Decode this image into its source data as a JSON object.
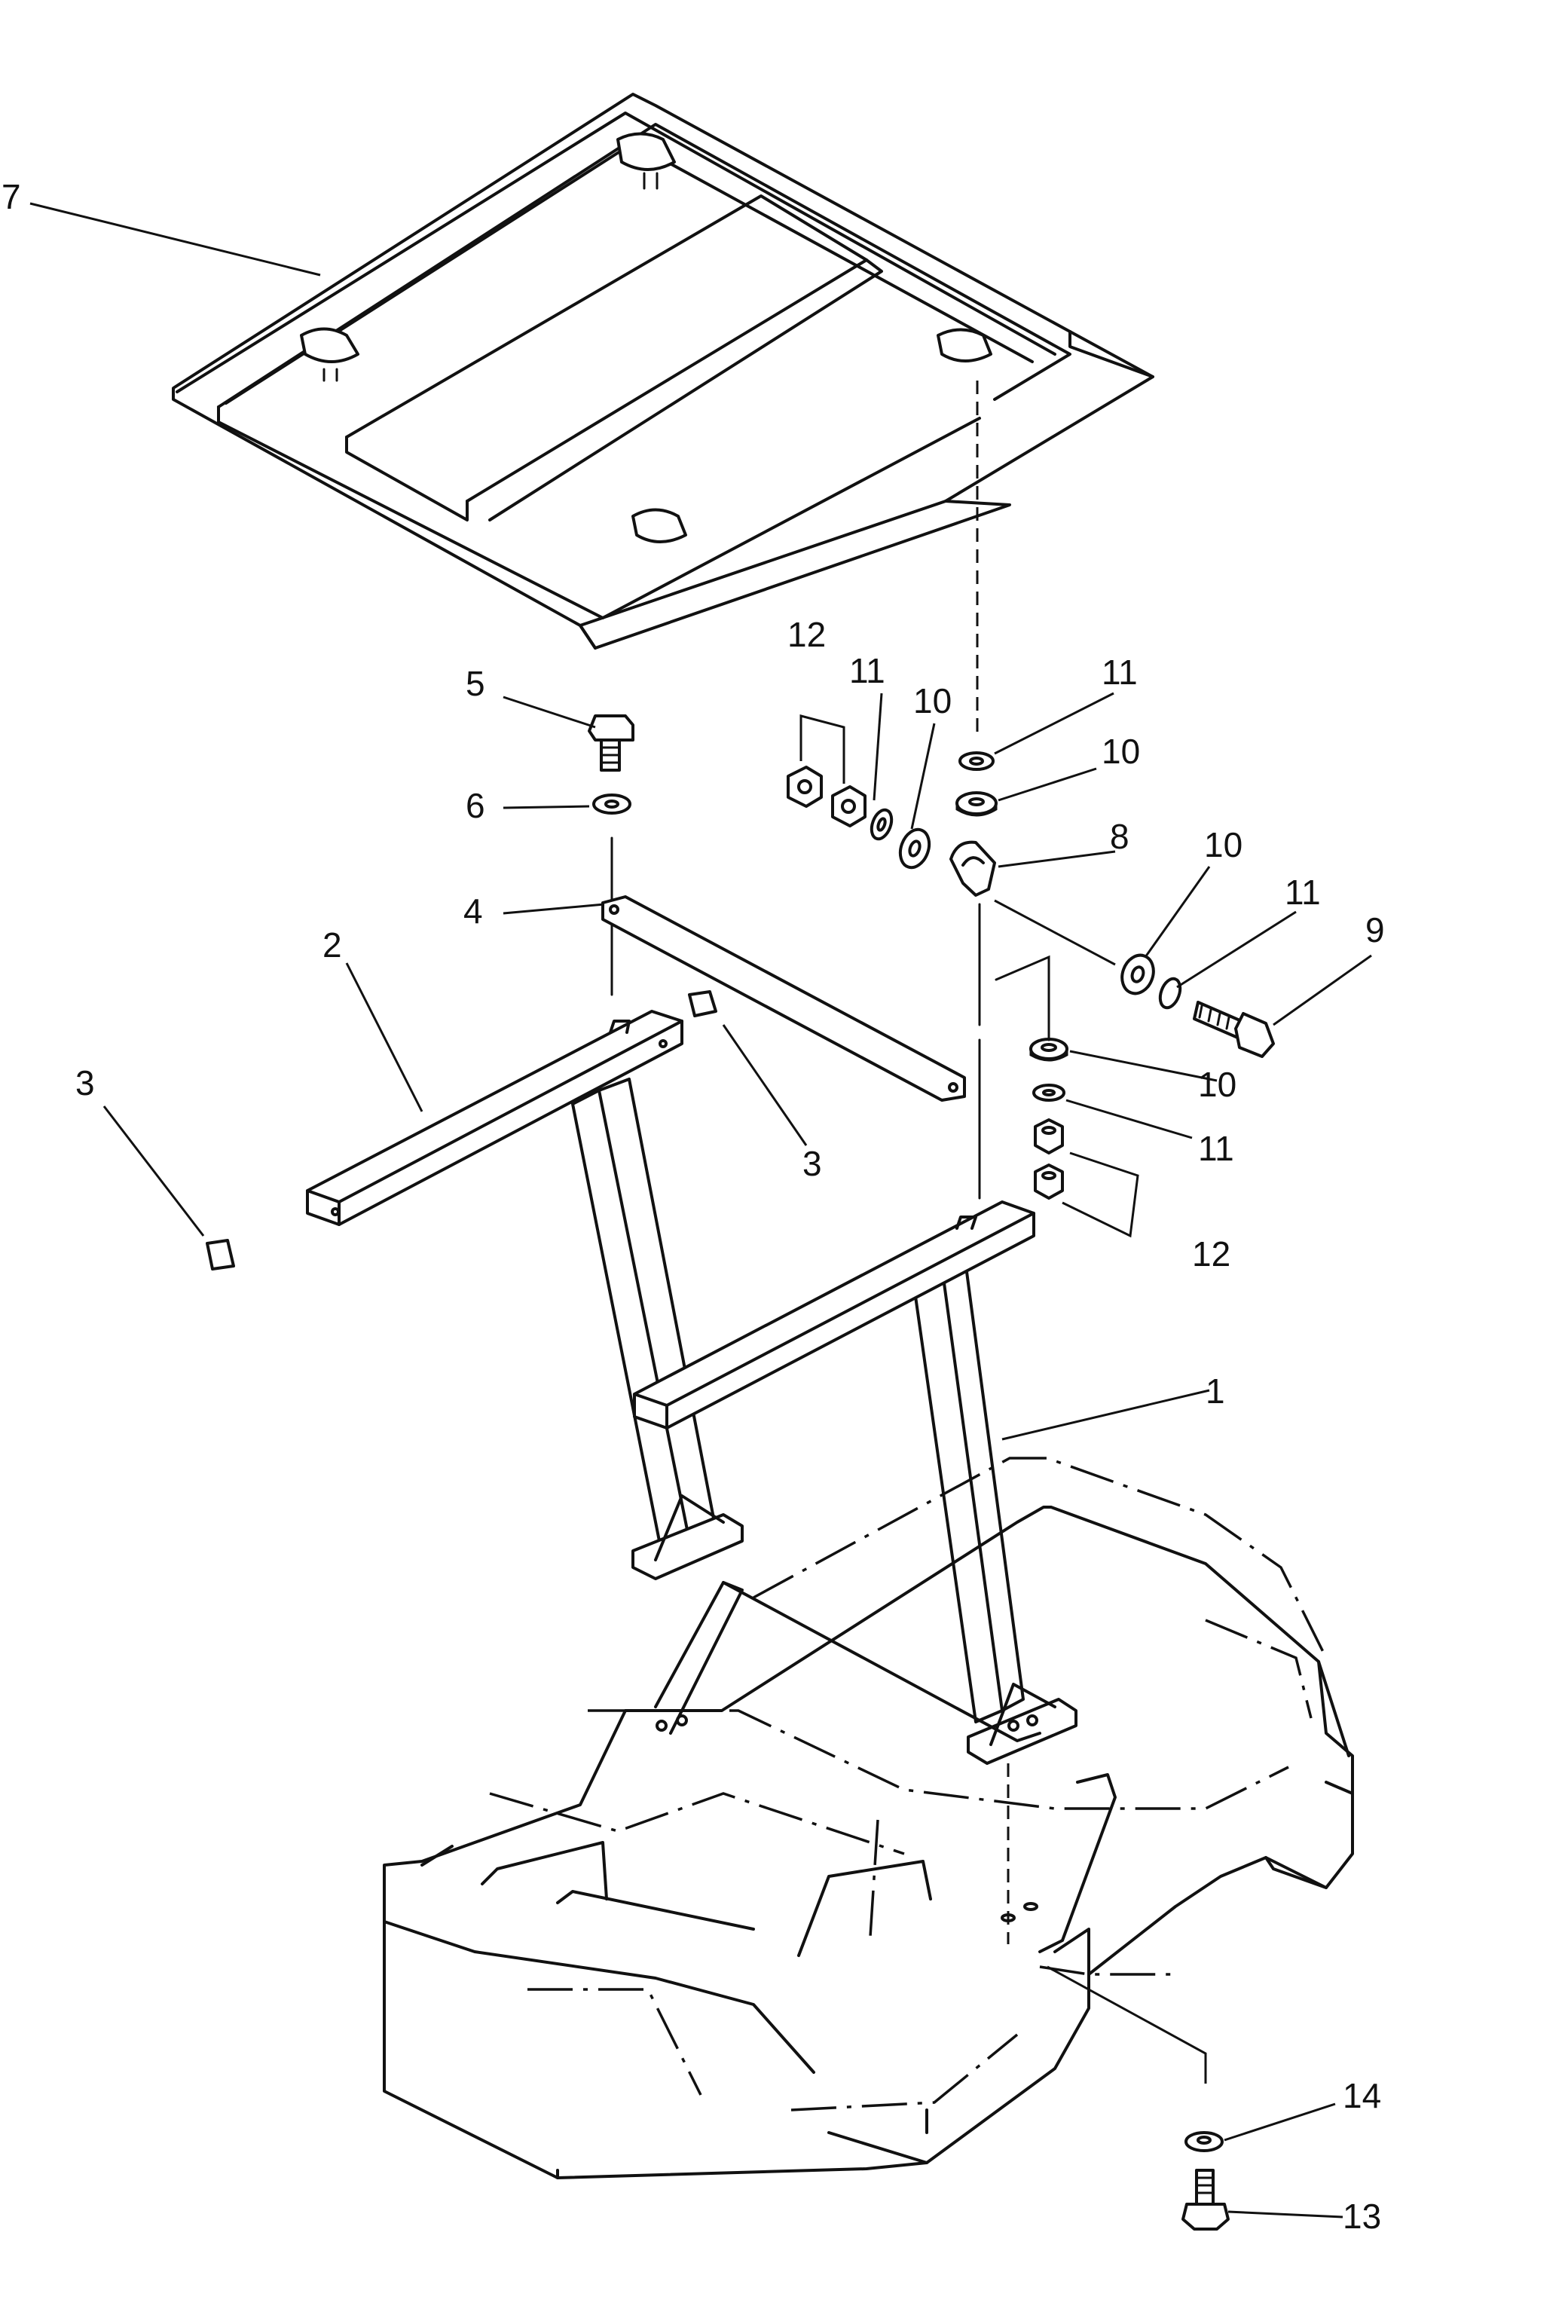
{
  "diagram": {
    "type": "exploded-parts-diagram",
    "callouts": [
      {
        "id": "7",
        "label": "7"
      },
      {
        "id": "12a",
        "label": "12"
      },
      {
        "id": "11a",
        "label": "11"
      },
      {
        "id": "10a",
        "label": "10"
      },
      {
        "id": "11b",
        "label": "11"
      },
      {
        "id": "10b",
        "label": "10"
      },
      {
        "id": "5",
        "label": "5"
      },
      {
        "id": "6",
        "label": "6"
      },
      {
        "id": "8",
        "label": "8"
      },
      {
        "id": "10c",
        "label": "10"
      },
      {
        "id": "11c",
        "label": "11"
      },
      {
        "id": "9",
        "label": "9"
      },
      {
        "id": "4",
        "label": "4"
      },
      {
        "id": "2",
        "label": "2"
      },
      {
        "id": "3a",
        "label": "3"
      },
      {
        "id": "3b",
        "label": "3"
      },
      {
        "id": "10d",
        "label": "10"
      },
      {
        "id": "11d",
        "label": "11"
      },
      {
        "id": "12b",
        "label": "12"
      },
      {
        "id": "1",
        "label": "1"
      },
      {
        "id": "14",
        "label": "14"
      },
      {
        "id": "13",
        "label": "13"
      }
    ]
  }
}
